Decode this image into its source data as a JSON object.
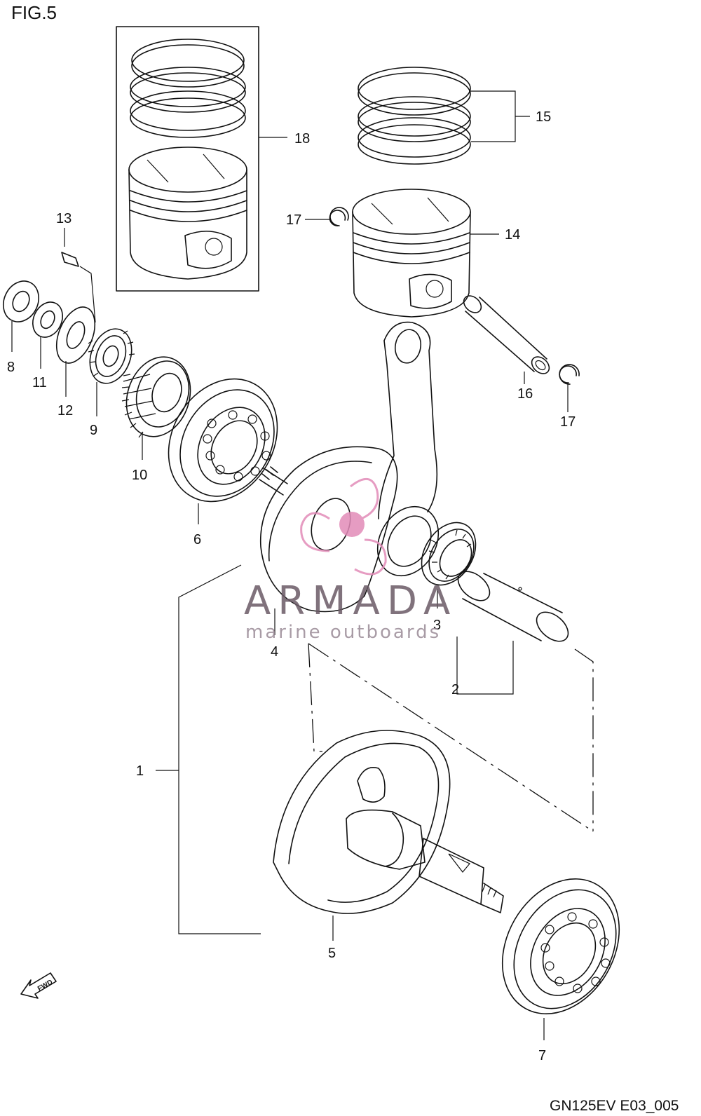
{
  "figure_label": "FIG.5",
  "diagram_code": "GN125EV E03_005",
  "fwd_label": "FWD",
  "watermark": {
    "brand": "ARMADA",
    "tagline": "marine outboards",
    "colors": {
      "logo": "#e28bb8",
      "text": "#6b5a66"
    }
  },
  "callouts": {
    "c1": "1",
    "c2": "2",
    "c3": "3",
    "c4": "4",
    "c5": "5",
    "c6": "6",
    "c7": "7",
    "c8": "8",
    "c9": "9",
    "c10": "10",
    "c11": "11",
    "c12": "12",
    "c13": "13",
    "c14": "14",
    "c15": "15",
    "c16": "16",
    "c17a": "17",
    "c17b": "17",
    "c18": "18"
  }
}
